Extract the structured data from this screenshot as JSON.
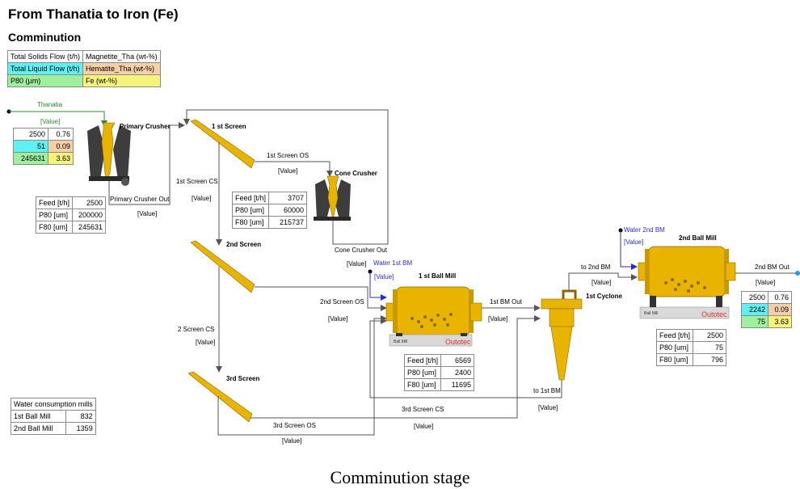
{
  "page": {
    "title": "From Thanatia to Iron (Fe)",
    "subtitle": "Comminution",
    "caption": "Comminution stage"
  },
  "legend": {
    "rows": [
      [
        "Total Solids Flow (t/h)",
        "Magnetite_Tha (wt-%)"
      ],
      [
        "Total Liquid Flow (t/h)",
        "Hematite_Tha (wt-%)"
      ],
      [
        "P80 (µm)",
        "Fe (wt-%)"
      ]
    ]
  },
  "streams": {
    "thanatia": "Thanatia",
    "value": "[Value]",
    "primary_crusher_out": "Primary Crusher Out",
    "screen1_cs": "1st Screen CS",
    "screen1_os": "1st Screen OS",
    "cone_crusher_out": "Cone Crusher Out",
    "screen2_os": "2nd Screen OS",
    "screen2_cs": "2 Screen CS",
    "screen3_os": "3rd Screen OS",
    "screen3_cs": "3rd Screen CS",
    "water_1st_bm": "Water 1st BM",
    "water_2nd_bm": "Water 2nd BM",
    "bm1_out": "1st BM Out",
    "to_2nd_bm": "to 2nd BM",
    "to_1st_bm": "to 1st BM",
    "bm2_out": "2nd BM Out"
  },
  "units": {
    "primary_crusher": "Primary Crusher",
    "screen1": "1 st Screen",
    "cone_crusher": "Cone Crusher",
    "screen2": "2nd Screen",
    "screen3": "3rd Screen",
    "ball_mill_1": "1 st Ball Mill",
    "cyclone": "1st Cyclone",
    "ball_mill_2": "2nd Ball Mill",
    "outotec": "Outotec",
    "ball_mill_tag": "Ball Mill"
  },
  "thanatia_box": {
    "rows": [
      [
        "2500",
        "0.76"
      ],
      [
        "51",
        "0.09"
      ],
      [
        "245631",
        "3.63"
      ]
    ]
  },
  "output_box": {
    "rows": [
      [
        "2500",
        "0.76"
      ],
      [
        "2242",
        "0.09"
      ],
      [
        "75",
        "3.63"
      ]
    ]
  },
  "primary_crusher_box": {
    "rows": [
      [
        "Feed [t/h]",
        "2500"
      ],
      [
        "P80 [um]",
        "200000"
      ],
      [
        "F80 [um]",
        "245631"
      ]
    ]
  },
  "cone_crusher_box": {
    "rows": [
      [
        "Feed [t/h]",
        "3707"
      ],
      [
        "P80 [um]",
        "60000"
      ],
      [
        "F80 [um]",
        "215737"
      ]
    ]
  },
  "ball_mill_1_box": {
    "rows": [
      [
        "Feed [t/h]",
        "6569"
      ],
      [
        "P80 [um]",
        "2400"
      ],
      [
        "F80 [um]",
        "11695"
      ]
    ]
  },
  "ball_mill_2_box": {
    "rows": [
      [
        "Feed [t/h]",
        "2500"
      ],
      [
        "P80 [um]",
        "75"
      ],
      [
        "F80 [um]",
        "796"
      ]
    ]
  },
  "water_box": {
    "header": "Water consumption mills",
    "rows": [
      [
        "1st Ball Mill",
        "832"
      ],
      [
        "2nd Ball Mill",
        "1359"
      ]
    ]
  },
  "colors": {
    "equipment_yellow": "#e8b400",
    "equipment_dark": "#3d3d3d",
    "stream_line": "#555555",
    "thanatia_line": "#2d8a2d",
    "water_line": "#2b2bd0",
    "outotec_red": "#e03030"
  }
}
